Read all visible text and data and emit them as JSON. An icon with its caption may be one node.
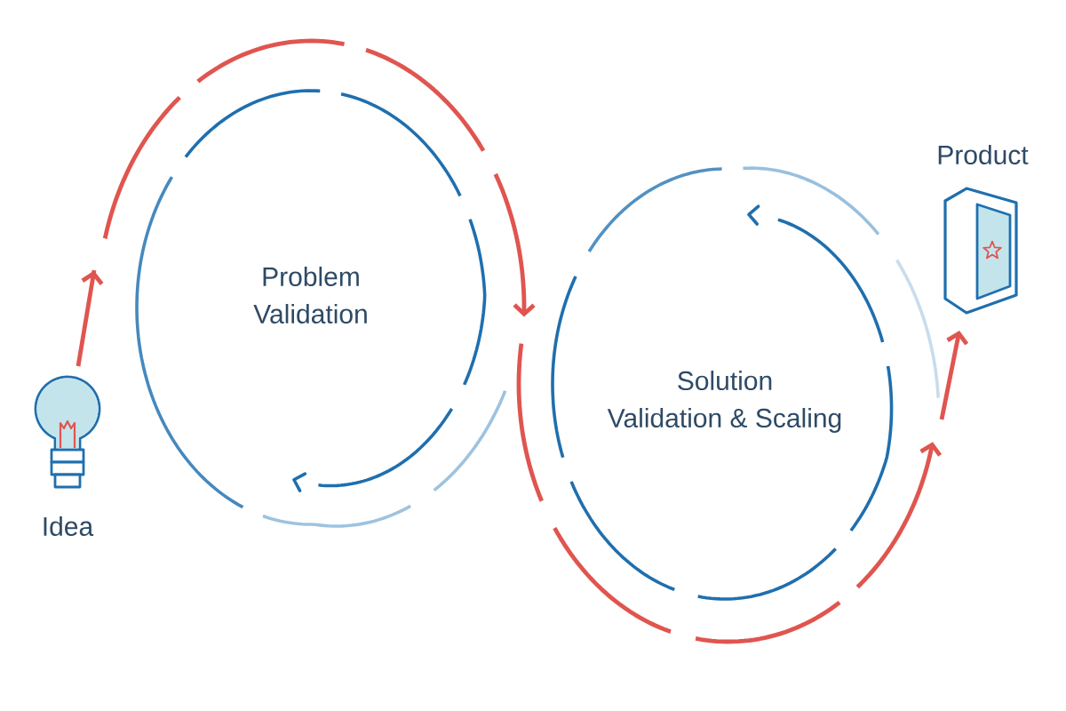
{
  "diagram": {
    "nodes": [
      {
        "text": [
          "Idea"
        ]
      },
      {
        "text": [
          "Problem Validation"
        ]
      },
      {
        "text": [
          "Solution Validation & Scaling"
        ]
      },
      {
        "text": [
          "Product"
        ]
      }
    ],
    "edges": [
      {
        "from": 0,
        "to": 1,
        "arrow": "to",
        "style": "dashed"
      },
      {
        "from": 1,
        "to": 2,
        "arrow": "to",
        "style": "dashed"
      },
      {
        "from": 2,
        "to": 3,
        "arrow": "to"
      }
    ]
  }
}
